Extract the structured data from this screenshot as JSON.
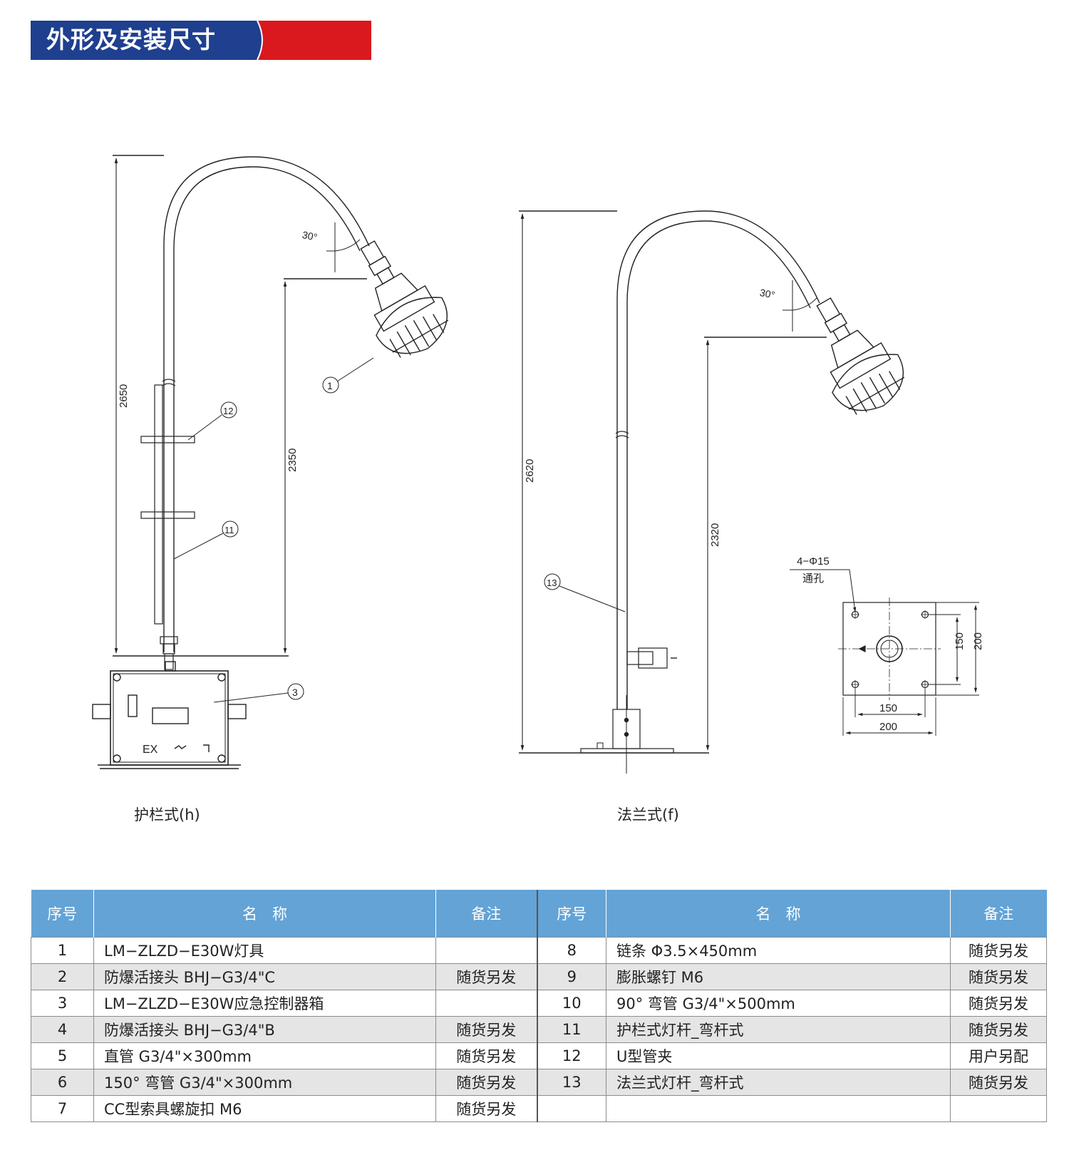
{
  "header": {
    "title": "外形及安装尺寸"
  },
  "colors": {
    "banner_blue": "#1f3f8f",
    "banner_red": "#d9191e",
    "table_header": "#63a3d6",
    "row_shade": "#e5e5e5"
  },
  "figures": {
    "guardrail": {
      "caption": "护栏式(h)",
      "dims": {
        "total": "2650",
        "lamp": "2350",
        "angle": "30°"
      },
      "callouts": [
        "1",
        "12",
        "11",
        "3"
      ],
      "box_mark": "EX"
    },
    "flange": {
      "caption": "法兰式(f)",
      "dims": {
        "total": "2620",
        "lamp": "2320",
        "angle": "30°"
      },
      "callouts": [
        "13"
      ]
    },
    "base_plate": {
      "hole_label": "4−Φ15",
      "hole_label2": "通孔",
      "dims": {
        "inner_w": "150",
        "outer_w": "200",
        "inner_h": "150",
        "outer_h": "200"
      }
    }
  },
  "table": {
    "headers": [
      "序号",
      "名　称",
      "备注",
      "序号",
      "名　称",
      "备注"
    ],
    "rows": [
      {
        "left": {
          "no": "1",
          "name": "LM−ZLZD−E30W灯具",
          "note": ""
        },
        "right": {
          "no": "8",
          "name": "链条  Φ3.5×450mm",
          "note": "随货另发"
        }
      },
      {
        "left": {
          "no": "2",
          "name": "防爆活接头 BHJ−G3/4\"C",
          "note": "随货另发"
        },
        "right": {
          "no": "9",
          "name": "膨胀螺钉  M6",
          "note": "随货另发"
        }
      },
      {
        "left": {
          "no": "3",
          "name": "LM−ZLZD−E30W应急控制器箱",
          "note": ""
        },
        "right": {
          "no": "10",
          "name": "90°  弯管 G3/4\"×500mm",
          "note": "随货另发"
        }
      },
      {
        "left": {
          "no": "4",
          "name": "防爆活接头 BHJ−G3/4\"B",
          "note": "随货另发"
        },
        "right": {
          "no": "11",
          "name": "护栏式灯杆_弯杆式",
          "note": "随货另发"
        }
      },
      {
        "left": {
          "no": "5",
          "name": "直管 G3/4\"×300mm",
          "note": "随货另发"
        },
        "right": {
          "no": "12",
          "name": "U型管夹",
          "note": "用户另配"
        }
      },
      {
        "left": {
          "no": "6",
          "name": "150°  弯管 G3/4\"×300mm",
          "note": "随货另发"
        },
        "right": {
          "no": "13",
          "name": "法兰式灯杆_弯杆式",
          "note": "随货另发"
        }
      },
      {
        "left": {
          "no": "7",
          "name": "CC型索具螺旋扣 M6",
          "note": "随货另发"
        },
        "right": {
          "no": "",
          "name": "",
          "note": ""
        }
      }
    ]
  }
}
